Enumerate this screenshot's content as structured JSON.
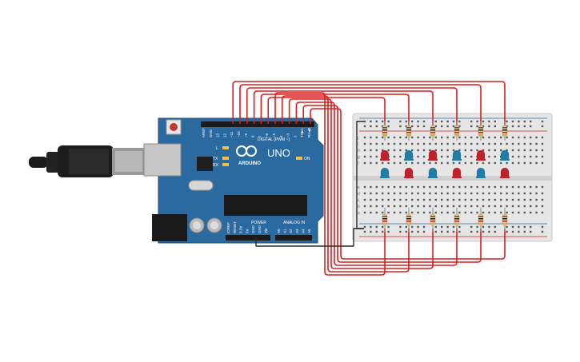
{
  "arduino": {
    "brand": "ARDUINO",
    "model": "UNO",
    "digital_header": "DIGITAL (PWM ~)",
    "power_header": "POWER",
    "analog_header": "ANALOG IN",
    "on_label": "ON",
    "tx_label": "TX",
    "rx_label": "RX",
    "l_label": "L",
    "digital_pins": [
      "AREF",
      "GND",
      "13",
      "12",
      "~11",
      "~10",
      "~9",
      "8",
      "7",
      "~6",
      "~5",
      "4",
      "~3",
      "2",
      "TX▶1",
      "RX◀0"
    ],
    "power_pins": [
      "IOREF",
      "RESET",
      "3.3V",
      "5V",
      "GND",
      "GND",
      "Vin"
    ],
    "analog_pins": [
      "A0",
      "A1",
      "A2",
      "A3",
      "A4",
      "A5"
    ]
  },
  "breadboard": {
    "row_letters_top": [
      "j",
      "i",
      "h",
      "g",
      "f"
    ],
    "row_letters_bottom": [
      "e",
      "d",
      "c",
      "b",
      "a"
    ]
  },
  "leds": {
    "top": [
      "red",
      "blue",
      "red",
      "blue",
      "red",
      "blue"
    ],
    "bottom": [
      "blue",
      "red",
      "blue",
      "red",
      "blue",
      "red"
    ]
  },
  "colors": {
    "board": "#2b6aa0",
    "wire_red": "#d81e1e",
    "wire_black": "#2a2a2a",
    "led_red": "#c4202a",
    "led_blue": "#1e7ea8",
    "breadboard": "#e6e6e6"
  }
}
